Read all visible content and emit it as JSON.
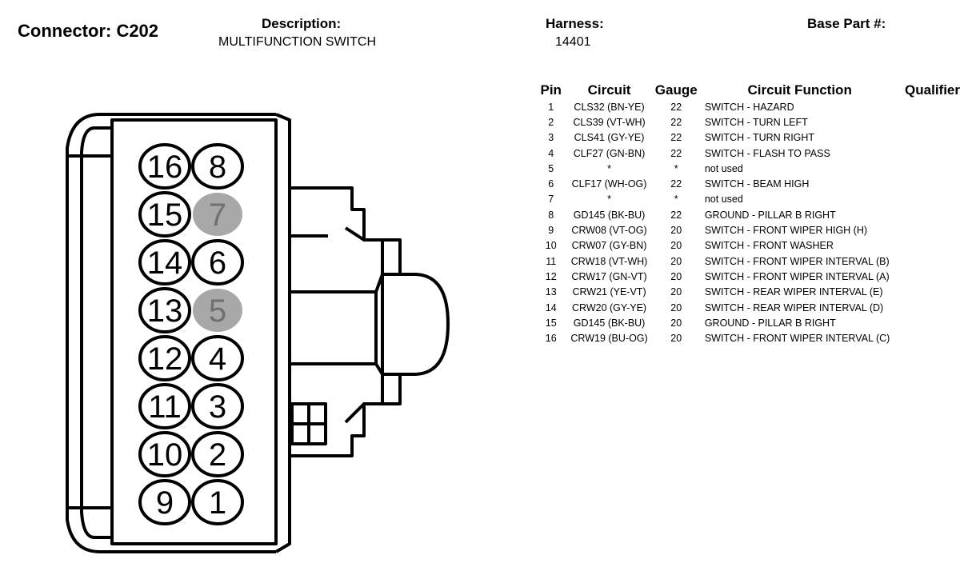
{
  "header": {
    "connector_title": "Connector: C202",
    "description_label": "Description:",
    "description_value": "MULTIFUNCTION SWITCH",
    "harness_label": "Harness:",
    "harness_value": "14401",
    "base_part_label": "Base Part #:"
  },
  "table": {
    "columns": [
      "Pin",
      "Circuit",
      "Gauge",
      "Circuit Function",
      "Qualifier"
    ],
    "rows": [
      {
        "pin": "1",
        "circuit": "CLS32 (BN-YE)",
        "gauge": "22",
        "function": "SWITCH - HAZARD",
        "qualifier": ""
      },
      {
        "pin": "2",
        "circuit": "CLS39 (VT-WH)",
        "gauge": "22",
        "function": "SWITCH - TURN LEFT",
        "qualifier": ""
      },
      {
        "pin": "3",
        "circuit": "CLS41 (GY-YE)",
        "gauge": "22",
        "function": "SWITCH - TURN RIGHT",
        "qualifier": ""
      },
      {
        "pin": "4",
        "circuit": "CLF27 (GN-BN)",
        "gauge": "22",
        "function": "SWITCH - FLASH TO PASS",
        "qualifier": ""
      },
      {
        "pin": "5",
        "circuit": "*",
        "gauge": "*",
        "function": "not used",
        "qualifier": ""
      },
      {
        "pin": "6",
        "circuit": "CLF17 (WH-OG)",
        "gauge": "22",
        "function": "SWITCH - BEAM HIGH",
        "qualifier": ""
      },
      {
        "pin": "7",
        "circuit": "*",
        "gauge": "*",
        "function": "not used",
        "qualifier": ""
      },
      {
        "pin": "8",
        "circuit": "GD145 (BK-BU)",
        "gauge": "22",
        "function": "GROUND - PILLAR B RIGHT",
        "qualifier": ""
      },
      {
        "pin": "9",
        "circuit": "CRW08 (VT-OG)",
        "gauge": "20",
        "function": "SWITCH - FRONT WIPER HIGH (H)",
        "qualifier": ""
      },
      {
        "pin": "10",
        "circuit": "CRW07 (GY-BN)",
        "gauge": "20",
        "function": "SWITCH - FRONT WASHER",
        "qualifier": ""
      },
      {
        "pin": "11",
        "circuit": "CRW18 (VT-WH)",
        "gauge": "20",
        "function": "SWITCH - FRONT WIPER INTERVAL (B)",
        "qualifier": ""
      },
      {
        "pin": "12",
        "circuit": "CRW17 (GN-VT)",
        "gauge": "20",
        "function": "SWITCH - FRONT WIPER INTERVAL (A)",
        "qualifier": ""
      },
      {
        "pin": "13",
        "circuit": "CRW21 (YE-VT)",
        "gauge": "20",
        "function": "SWITCH - REAR WIPER INTERVAL (E)",
        "qualifier": ""
      },
      {
        "pin": "14",
        "circuit": "CRW20 (GY-YE)",
        "gauge": "20",
        "function": "SWITCH - REAR WIPER INTERVAL (D)",
        "qualifier": ""
      },
      {
        "pin": "15",
        "circuit": "GD145 (BK-BU)",
        "gauge": "20",
        "function": "GROUND - PILLAR B RIGHT",
        "qualifier": ""
      },
      {
        "pin": "16",
        "circuit": "CRW19 (BU-OG)",
        "gauge": "20",
        "function": "SWITCH - FRONT WIPER INTERVAL (C)",
        "qualifier": ""
      }
    ]
  },
  "connector_face": {
    "left_column": [
      "16",
      "15",
      "14",
      "13",
      "12",
      "11",
      "10",
      "9"
    ],
    "right_column": [
      "8",
      "7",
      "6",
      "5",
      "4",
      "3",
      "2",
      "1"
    ],
    "unused_pins": [
      "7",
      "5"
    ],
    "unused_fill_color": "#a8a8a8",
    "unused_text_color": "#6f6f6f",
    "line_color": "#000000"
  }
}
